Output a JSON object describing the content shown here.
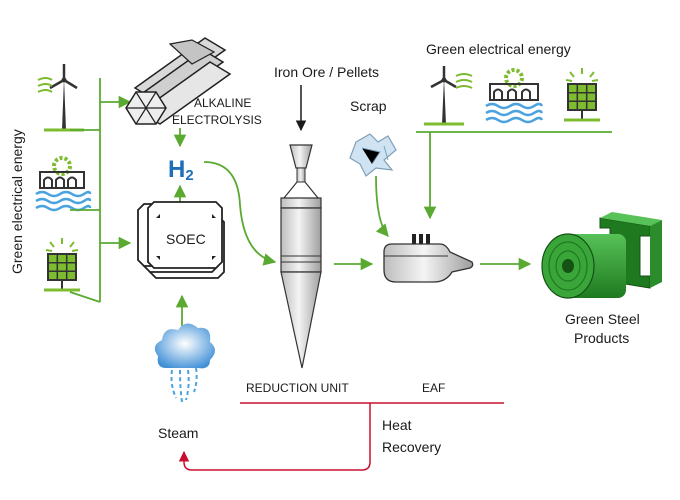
{
  "labels": {
    "green_energy_left": "Green electrical energy",
    "green_energy_top": "Green electrical energy",
    "alkaline_line1": "ALKALINE",
    "alkaline_line2": "ELECTROLYSIS",
    "h2": "H",
    "h2_sub": "2",
    "soec": "SOEC",
    "iron_ore": "Iron Ore / Pellets",
    "scrap": "Scrap",
    "reduction_unit": "REDUCTION UNIT",
    "eaf": "EAF",
    "green_steel_line1": "Green Steel",
    "green_steel_line2": "Products",
    "steam": "Steam",
    "heat_line1": "Heat",
    "heat_line2": "Recovery"
  },
  "colors": {
    "green_flow": "#5aaa32",
    "heat_flow": "#c8102e",
    "h2_blue": "#1e6fb8",
    "steel_green": "#2f9e2f",
    "solar_green": "#7dbb2f",
    "water_blue": "#4aa3df"
  },
  "icons": [
    "wind-turbine-icon",
    "hydro-power-icon",
    "solar-panel-icon",
    "electrolysis-tubes-icon",
    "soec-stack-icon",
    "steam-cloud-icon",
    "reduction-shaft-icon",
    "eaf-furnace-icon",
    "scrap-metal-icon",
    "steel-coil-icon"
  ]
}
